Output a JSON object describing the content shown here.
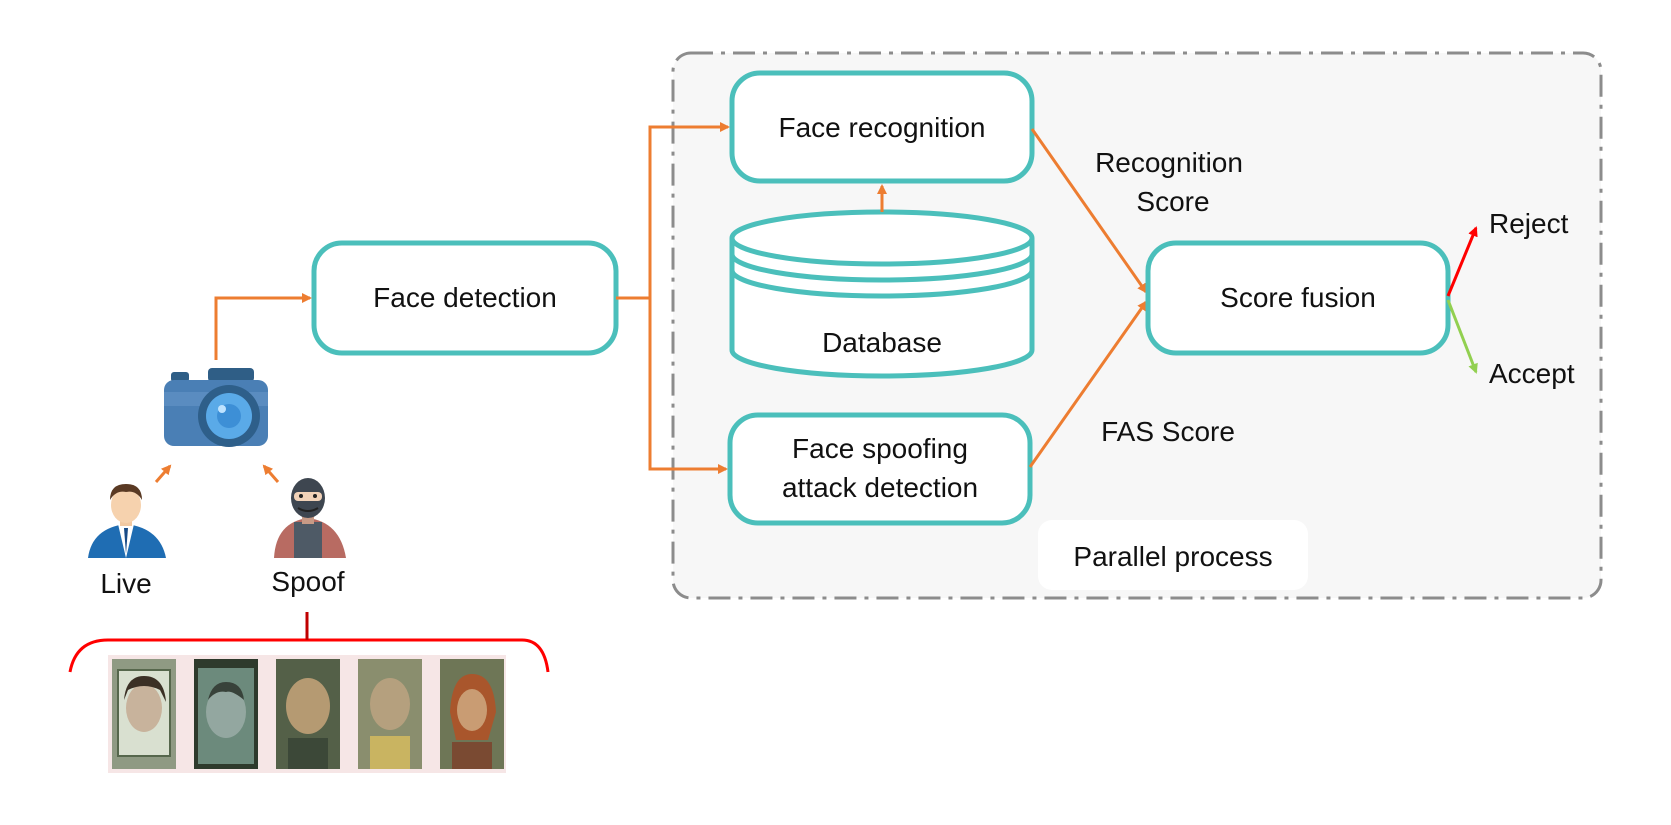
{
  "nodes": {
    "face_detection": "Face detection",
    "face_recognition": "Face recognition",
    "database": "Database",
    "face_spoofing_line1": "Face spoofing",
    "face_spoofing_line2": "attack detection",
    "score_fusion": "Score fusion"
  },
  "edge_labels": {
    "recognition_score_line1": "Recognition",
    "recognition_score_line2": "Score",
    "fas_score": "FAS Score"
  },
  "outcomes": {
    "reject": "Reject",
    "accept": "Accept"
  },
  "inputs": {
    "live": "Live",
    "spoof": "Spoof"
  },
  "group_label": "Parallel process",
  "spoof_examples": [
    {
      "icon": "printed-photo-face"
    },
    {
      "icon": "screen-replay-face"
    },
    {
      "icon": "mask-face"
    },
    {
      "icon": "mask-face"
    },
    {
      "icon": "mannequin-face"
    }
  ],
  "colors": {
    "node_border": "#4BBFBB",
    "arrow": "#ED7D31",
    "reject": "#FF0000",
    "accept": "#92D050",
    "group_fill": "#F7F7F7",
    "group_border": "#8C8C8C"
  }
}
